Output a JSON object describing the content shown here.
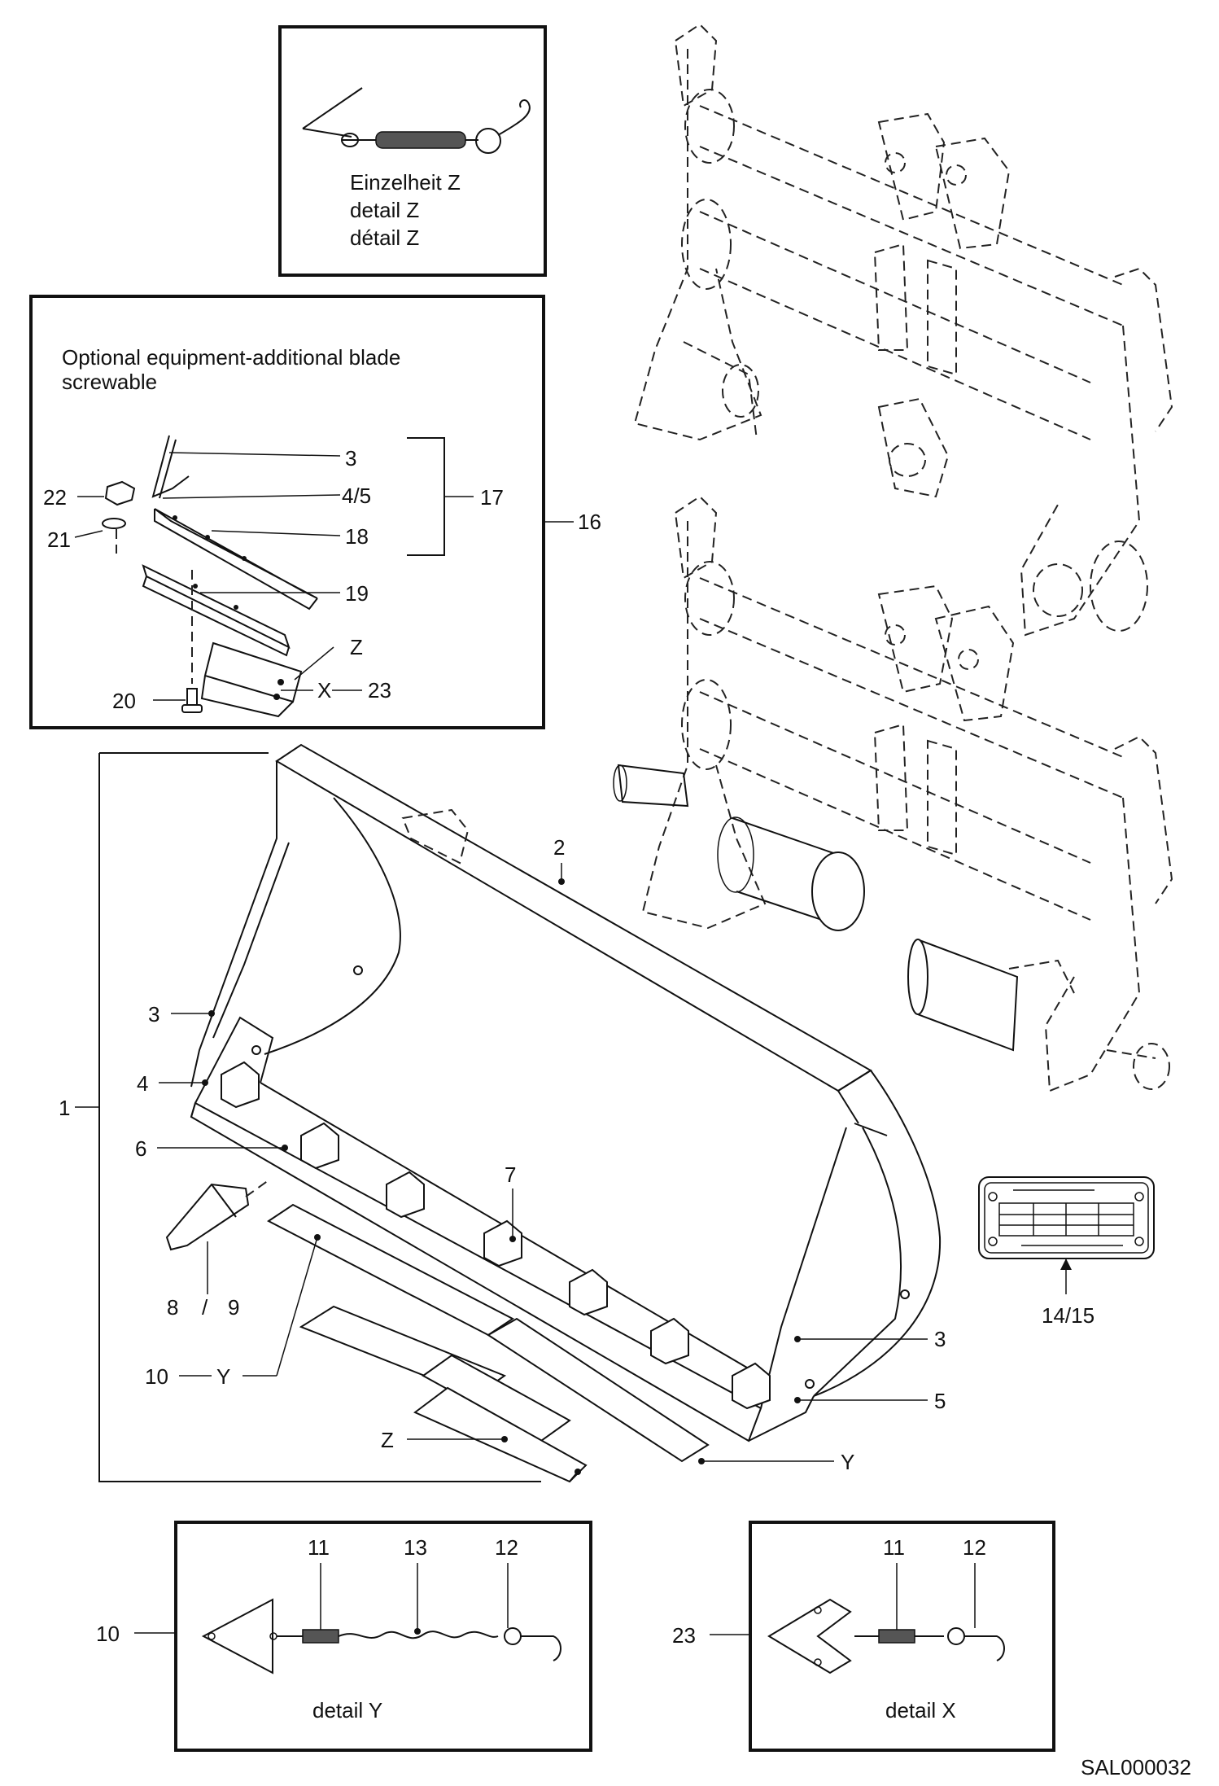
{
  "detail_z_box": {
    "lines": [
      "Einzelheit Z",
      "detail Z",
      "détail Z"
    ]
  },
  "optional_box": {
    "title_line1": "Optional equipment-additional blade",
    "title_line2": "screwable",
    "labels": {
      "p3": "3",
      "p45": "4/5",
      "p17": "17",
      "p16": "16",
      "p22": "22",
      "p21": "21",
      "p18": "18",
      "p19": "19",
      "pZ": "Z",
      "p20": "20",
      "pX": "X",
      "p23": "23"
    }
  },
  "bucket": {
    "labels": {
      "p2": "2",
      "p3a": "3",
      "p4": "4",
      "p1": "1",
      "p6": "6",
      "p7": "7",
      "p8": "8",
      "slash": "/",
      "p9": "9",
      "p10": "10",
      "pY": "Y",
      "p3b": "3",
      "p5": "5",
      "pZ": "Z",
      "pY2": "Y"
    }
  },
  "nameplate": {
    "label": "14/15"
  },
  "detail_y_box": {
    "caption": "detail Y",
    "labels": {
      "p11": "11",
      "p13": "13",
      "p12": "12",
      "p10": "10"
    }
  },
  "detail_x_box": {
    "caption": "detail X",
    "labels": {
      "p11": "11",
      "p12": "12",
      "p23": "23"
    }
  },
  "drawing_code": "SAL000032"
}
